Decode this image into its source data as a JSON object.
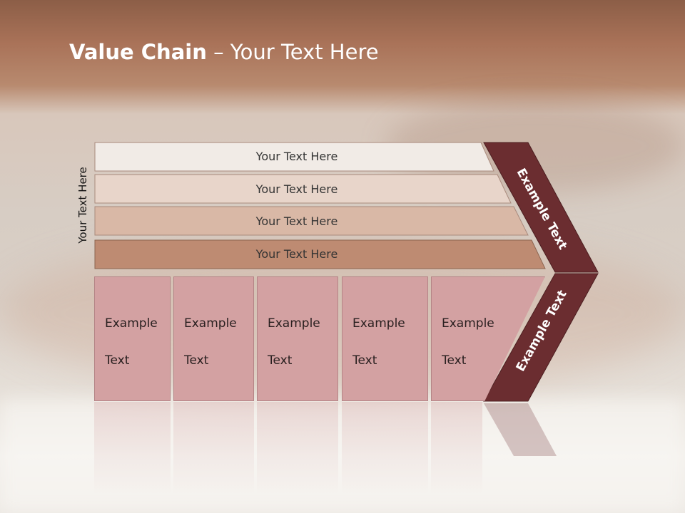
{
  "title": {
    "bold": "Value Chain",
    "rest": " – Your Text Here"
  },
  "side_label": "Your Text Here",
  "rows": [
    {
      "label": "Your Text Here",
      "color": "#f1ebe6"
    },
    {
      "label": "Your Text Here",
      "color": "#e8d5ca"
    },
    {
      "label": "Your Text Here",
      "color": "#d9b8a6"
    },
    {
      "label": "Your Text Here",
      "color": "#be8b72"
    }
  ],
  "cells": [
    {
      "line1": "Example",
      "line2": "Text"
    },
    {
      "line1": "Example",
      "line2": "Text"
    },
    {
      "line1": "Example",
      "line2": "Text"
    },
    {
      "line1": "Example",
      "line2": "Text"
    },
    {
      "line1": "Example",
      "line2": "Text"
    }
  ],
  "chevron": {
    "upper": "Example Text",
    "lower": "Example Text",
    "color": "#6b2d30"
  },
  "colors": {
    "cell": "#d3a1a2",
    "title": "#ffffff"
  }
}
